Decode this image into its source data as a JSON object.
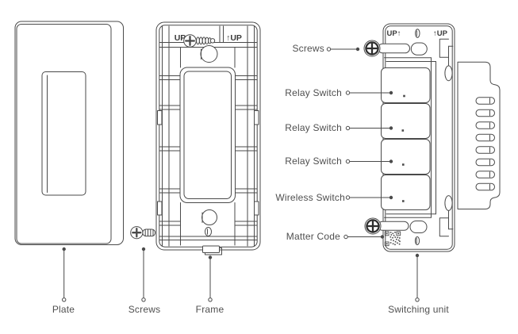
{
  "diagram": {
    "description": "wall switch installation parts diagram"
  },
  "markings": {
    "frame_up_left": "UP",
    "frame_up_right": "↑UP",
    "unit_up_left": "UP↑",
    "unit_up_right": "↑UP"
  },
  "callouts_left": [
    {
      "label": "Screws"
    },
    {
      "label": "Relay Switch"
    },
    {
      "label": "Relay Switch"
    },
    {
      "label": "Relay Switch"
    },
    {
      "label": "Wireless Switch"
    },
    {
      "label": "Matter Code"
    }
  ],
  "labels_bottom": {
    "plate": "Plate",
    "screws": "Screws",
    "frame": "Frame",
    "switching_unit": "Switching unit"
  },
  "colors": {
    "line": "#4a4a4a",
    "line_bold": "#2e2e2e",
    "label_text": "#4f4f4f",
    "background": "#ffffff"
  }
}
